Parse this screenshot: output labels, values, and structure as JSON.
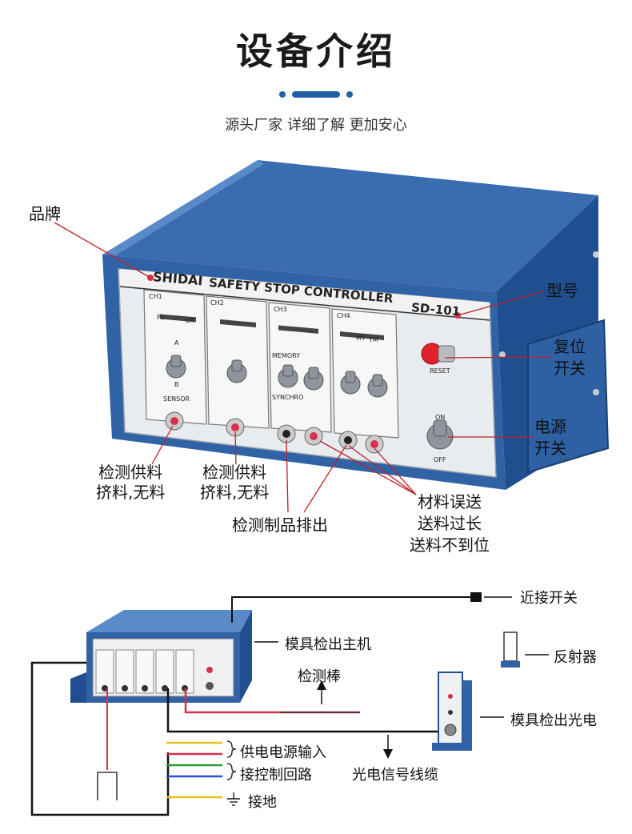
{
  "header": {
    "title": "设备介绍",
    "subtitle": "源头厂家 详细了解 更加安心"
  },
  "device": {
    "brand_text": "SHIDAI",
    "panel_title": "SAFETY STOP CONTROLLER",
    "model_text": "SD-101",
    "channels": [
      "CH1",
      "CH2",
      "CH3",
      "CH4"
    ],
    "small_labels": {
      "pl": "PL",
      "er": "ER",
      "my": "MY",
      "tm": "TM",
      "a": "A",
      "b": "B",
      "memory": "MEMORY",
      "synchro": "SYNCHRO",
      "sensor": "SENSOR",
      "reset": "RESET",
      "on": "ON",
      "off": "OFF"
    }
  },
  "callouts": {
    "brand": "品牌",
    "model": "型号",
    "reset_switch": [
      "复位",
      "开关"
    ],
    "power_switch": [
      "电源",
      "开关"
    ],
    "ch1_detect": [
      "检测供料",
      "挤料,无料"
    ],
    "ch2_detect": [
      "检测供料",
      "挤料,无料"
    ],
    "product_eject": "检测制品排出",
    "material_errors": [
      "材料误送",
      "送料过长",
      "送料不到位"
    ]
  },
  "wiring": {
    "proximity_switch": "近接开关",
    "main_unit": "模具检出主机",
    "reflector": "反射器",
    "detect_rod": "检测棒",
    "photo_unit": "模具检出光电",
    "power_input": "供电电源输入",
    "control_loop": "接控制回路",
    "signal_cable": "光电信号线缆",
    "ground": "接地"
  },
  "colors": {
    "accent_blue": "#1f5fa8",
    "panel_blue": "#2f63a6",
    "wire_yellow": "#e8c21a",
    "wire_red": "#d6304a",
    "wire_green": "#2f9a3a",
    "wire_blue": "#2a4fd0"
  }
}
